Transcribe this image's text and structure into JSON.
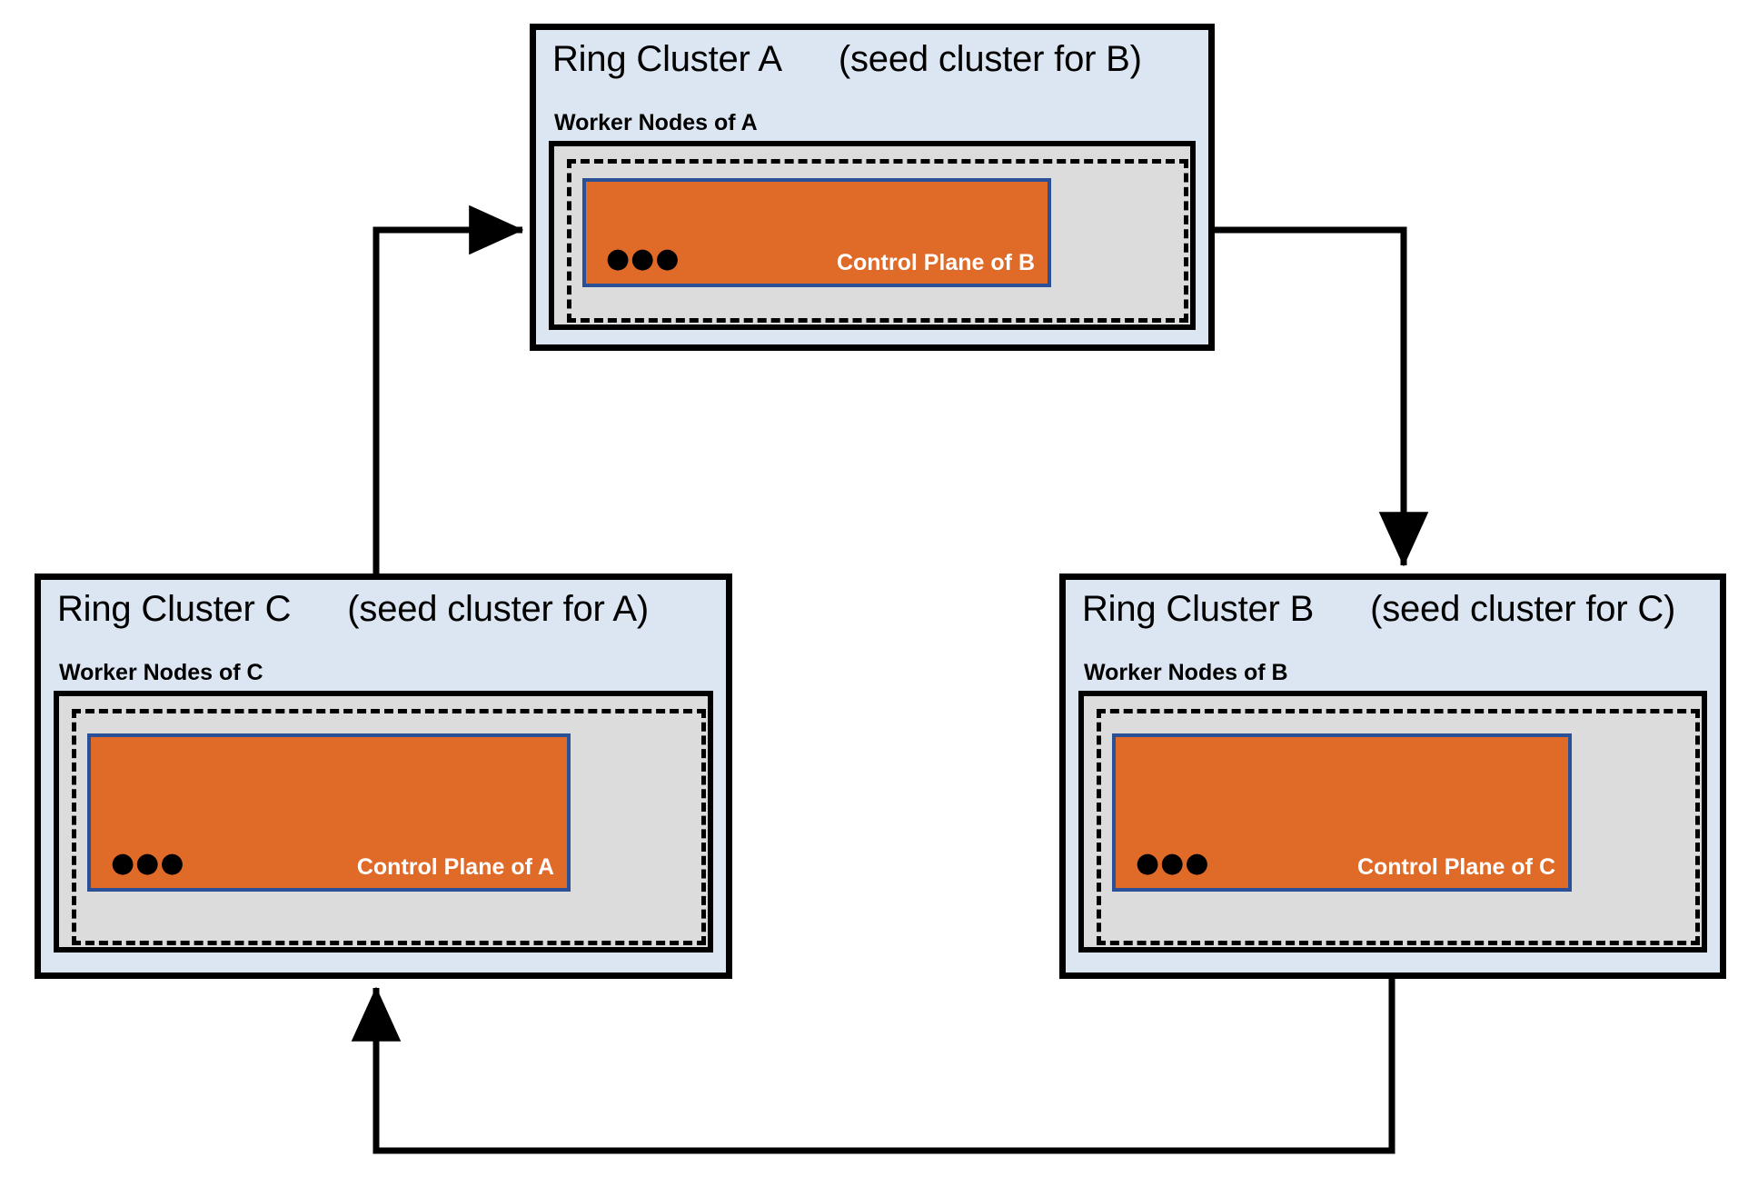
{
  "diagram": {
    "title": "Ring cluster seeding topology",
    "colors": {
      "cluster_fill": "#dce6f2",
      "worker_fill": "#dcdcdc",
      "control_plane_fill": "#e06a28",
      "control_plane_border": "#2a5198",
      "stroke": "#000000",
      "label_text": "#ffffff"
    },
    "clusters": [
      {
        "id": "A",
        "name": "Ring Cluster A",
        "seed_note": "(seed cluster for B)",
        "worker_label": "Worker Nodes of A",
        "control_plane_label": "Control Plane of B",
        "ellipsis": "●●●"
      },
      {
        "id": "C",
        "name": "Ring Cluster C",
        "seed_note": "(seed cluster for A)",
        "worker_label": "Worker Nodes of C",
        "control_plane_label": "Control Plane of A",
        "ellipsis": "●●●"
      },
      {
        "id": "B",
        "name": "Ring Cluster B",
        "seed_note": "(seed cluster for C)",
        "worker_label": "Worker Nodes of B",
        "control_plane_label": "Control Plane of C",
        "ellipsis": "●●●"
      }
    ],
    "connections": [
      {
        "from": "A",
        "to": "B"
      },
      {
        "from": "B",
        "to": "C"
      },
      {
        "from": "C",
        "to": "A"
      }
    ]
  }
}
